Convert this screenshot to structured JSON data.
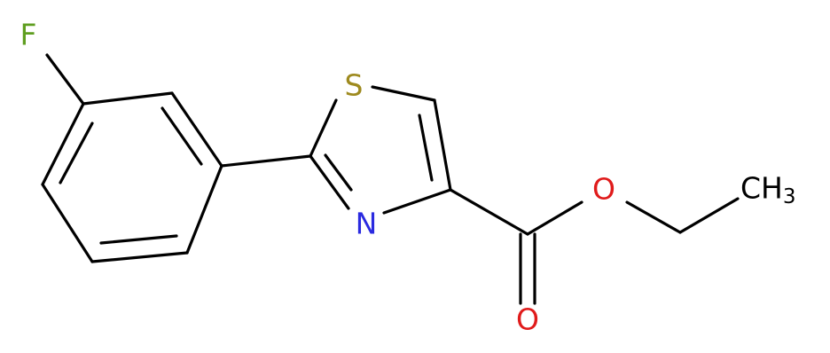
{
  "molecule": {
    "atoms": {
      "fluorine": {
        "symbol": "F",
        "color": "#5f9e20"
      },
      "sulfur": {
        "symbol": "S",
        "color": "#9e8a1f"
      },
      "nitrogen": {
        "symbol": "N",
        "color": "#2a2ae0"
      },
      "ester_oxygen": {
        "symbol": "O",
        "color": "#e01b1b"
      },
      "carbonyl_oxygen": {
        "symbol": "O",
        "color": "#e01b1b"
      },
      "methyl": {
        "symbol": "CH",
        "subscript": "3",
        "color": "#000000"
      }
    },
    "bond_color": "#000000"
  }
}
